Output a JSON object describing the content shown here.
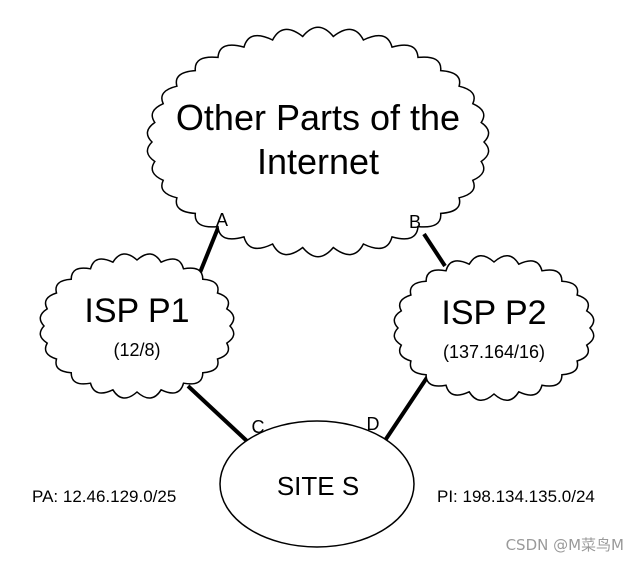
{
  "internet_cloud": {
    "line1": "Other Parts of the",
    "line2": "Internet"
  },
  "isp_p1": {
    "name": "ISP P1",
    "prefix": "(12/8)"
  },
  "isp_p2": {
    "name": "ISP P2",
    "prefix": "(137.164/16)"
  },
  "site": {
    "name": "SITE S"
  },
  "points": {
    "a": "A",
    "b": "B",
    "c": "C",
    "d": "D"
  },
  "pa_address": "PA: 12.46.129.0/25",
  "pi_address": "PI: 198.134.135.0/24",
  "watermark": "CSDN @M菜鸟M"
}
